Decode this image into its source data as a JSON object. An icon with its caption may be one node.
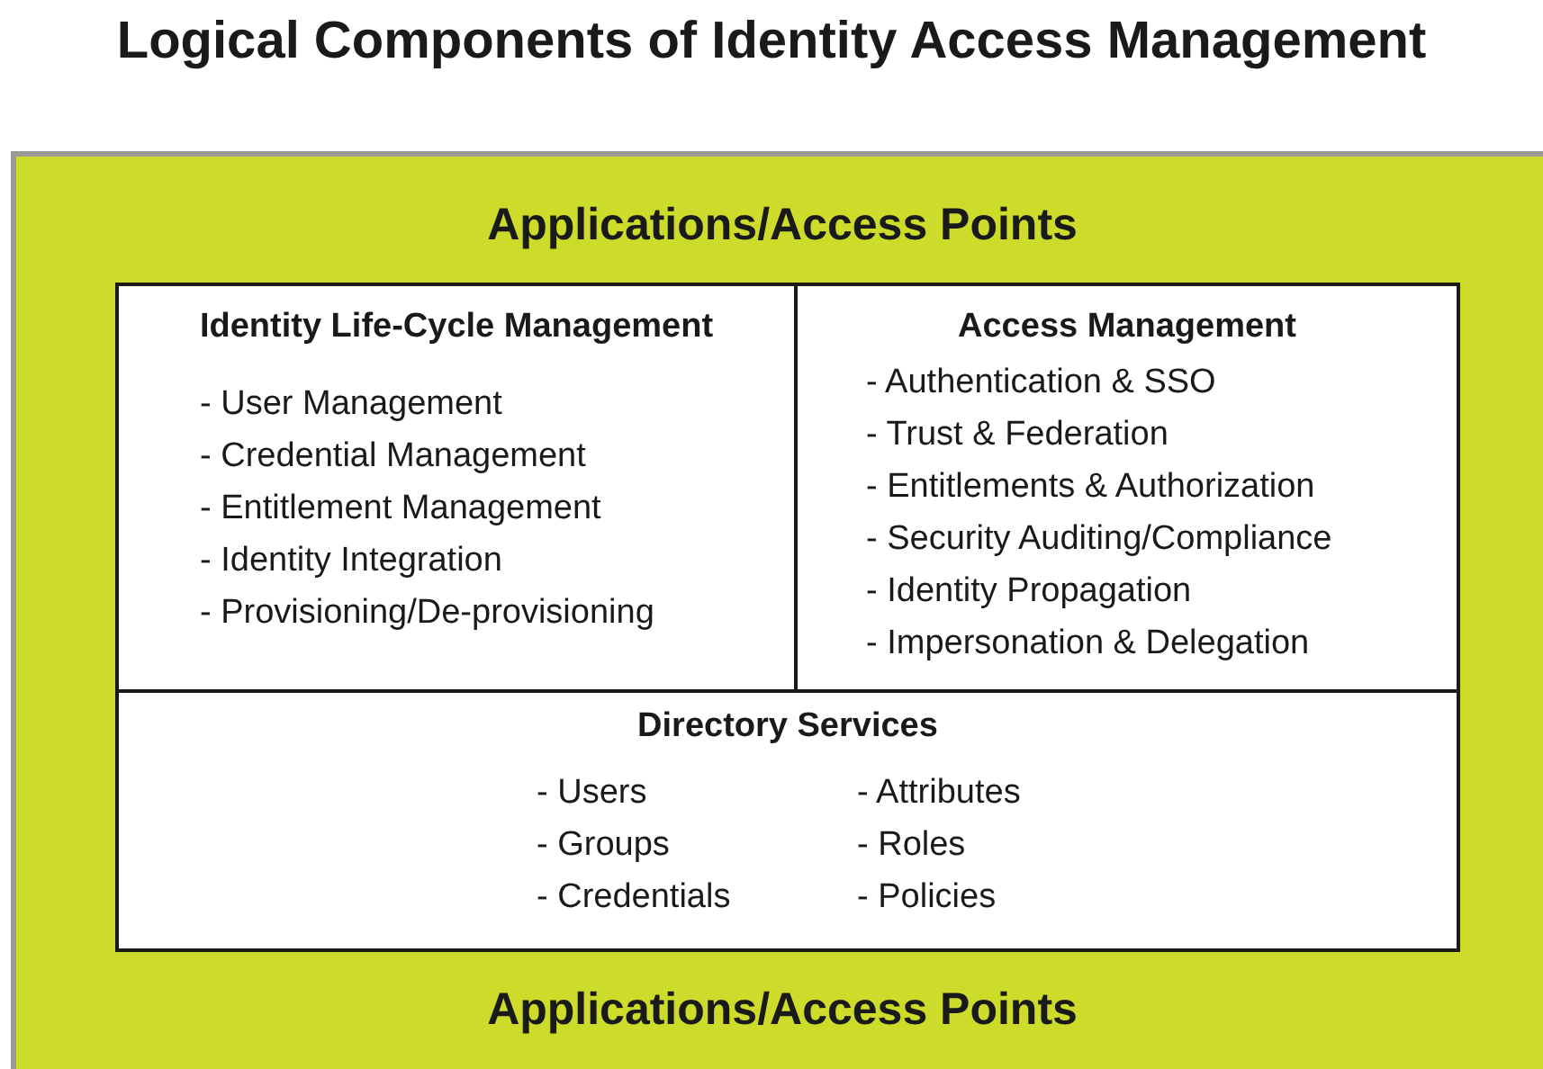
{
  "diagram": {
    "title": "Logical Components of Identity Access Management",
    "nodes": [
      {
        "text": [
          "Applications/Access Points",
          "Applications/Access Points"
        ]
      },
      {
        "text": [
          "Identity Life-Cycle Management",
          "- User Management",
          "- Credential Management",
          "- Entitlement Management",
          "- Identity Integration",
          "- Provisioning/De-provisioning"
        ],
        "in": 0
      },
      {
        "text": [
          "Access Management",
          "- Authentication & SSO",
          "- Trust & Federation",
          "- Entitlements & Authorization",
          "- Security Auditing/Compliance",
          "- Identity Propagation",
          "- Impersonation & Delegation"
        ],
        "in": 0
      },
      {
        "text": [
          "Directory Services",
          "- Users",
          "- Attributes",
          "- Groups",
          "- Roles",
          "- Credentials",
          "- Policies"
        ],
        "in": 0
      }
    ]
  }
}
